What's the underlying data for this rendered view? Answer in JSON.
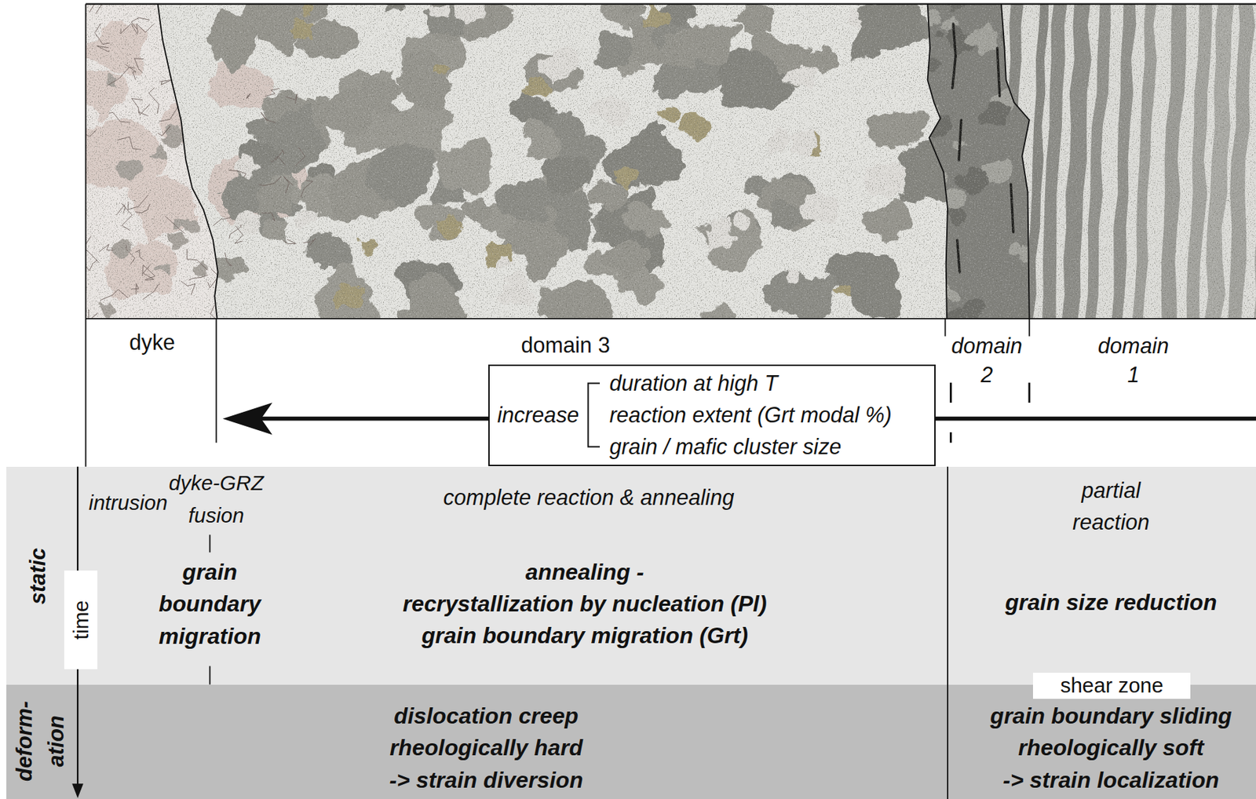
{
  "diagram": {
    "nodes": [
      {
        "text": [
          "increase",
          "duration at high T",
          "reaction extent (Grt modal %)",
          "grain / mafic cluster size"
        ]
      },
      {
        "text": [
          "static"
        ]
      },
      {
        "text": [
          "time"
        ],
        "in": 1
      },
      {
        "text": [
          "deform- ation"
        ]
      },
      {
        "text": [
          "shear zone"
        ]
      }
    ],
    "labels": [
      "dyke",
      "domain 3",
      "domain 2",
      "domain 1",
      "intrusion",
      "dyke-GRZ fusion",
      "grain boundary migration",
      "complete reaction & annealing",
      "annealing -",
      "recrystallization by nucleation (Pl)",
      "grain boundary migration (Grt)",
      "partial reaction",
      "grain size reduction",
      "dislocation creep",
      "rheologically hard",
      "-> strain diversion",
      "grain boundary sliding",
      "rheologically soft",
      "-> strain localization"
    ]
  }
}
